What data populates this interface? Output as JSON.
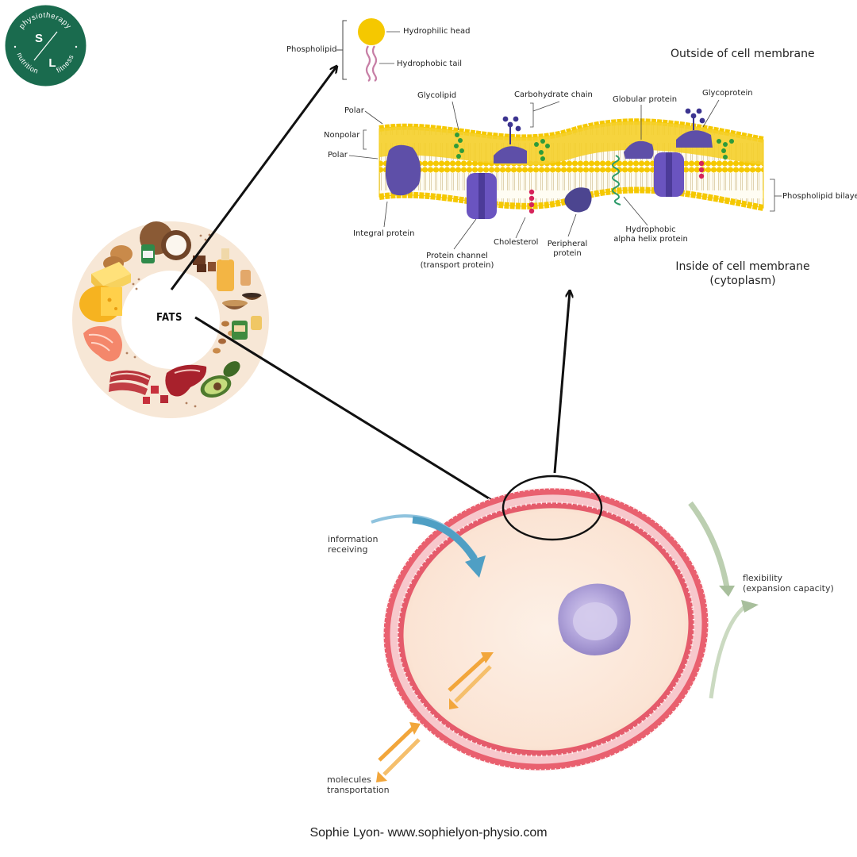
{
  "logo": {
    "top_text": "physiotherapy",
    "left_text": "nutrition",
    "right_text": "fitness",
    "initial_1": "S",
    "initial_2": "L",
    "color": "#1a6b4e"
  },
  "fats_ring": {
    "center_label": "FATS"
  },
  "phospholipid_legend": {
    "title": "Phospholipid",
    "head_label": "Hydrophilic head",
    "tail_label": "Hydrophobic tail"
  },
  "membrane_diagram": {
    "outside_label": "Outside of cell membrane",
    "inside_label_line1": "Inside of cell membrane",
    "inside_label_line2": "(cytoplasm)",
    "labels": {
      "polar_top": "Polar",
      "nonpolar": "Nonpolar",
      "polar_bottom": "Polar",
      "glycolipid": "Glycolipid",
      "carbohydrate_chain": "Carbohydrate chain",
      "globular_protein": "Globular protein",
      "glycoprotein": "Glycoprotein",
      "phospholipid_bilayer": "Phospholipid bilayer",
      "integral_protein": "Integral protein",
      "protein_channel_1": "Protein channel",
      "protein_channel_2": "(transport protein)",
      "cholesterol": "Cholesterol",
      "peripheral_protein_1": "Peripheral",
      "peripheral_protein_2": "protein",
      "hydrophobic_alpha_1": "Hydrophobic",
      "hydrophobic_alpha_2": "alpha helix protein"
    },
    "colors": {
      "heads": "#f2c400",
      "protein": "#6a5bb8",
      "glyco": "#2e9b3a",
      "cholesterol": "#d6235a"
    }
  },
  "cell_diagram": {
    "information_1": "information",
    "information_2": "receiving",
    "flexibility_1": "flexibility",
    "flexibility_2": "(expansion capacity)",
    "molecules_1": "molecules",
    "molecules_2": "transportation",
    "colors": {
      "membrane": "#e0566a",
      "cytoplasm": "#fbe5d6",
      "nucleus": "#9f8fc9",
      "arrow_blue": "#4f9fc4",
      "arrow_orange": "#f2a63b",
      "arrow_green": "#a8bf9c"
    }
  },
  "footer": {
    "credit": "Sophie Lyon- www.sophielyon-physio.com"
  }
}
